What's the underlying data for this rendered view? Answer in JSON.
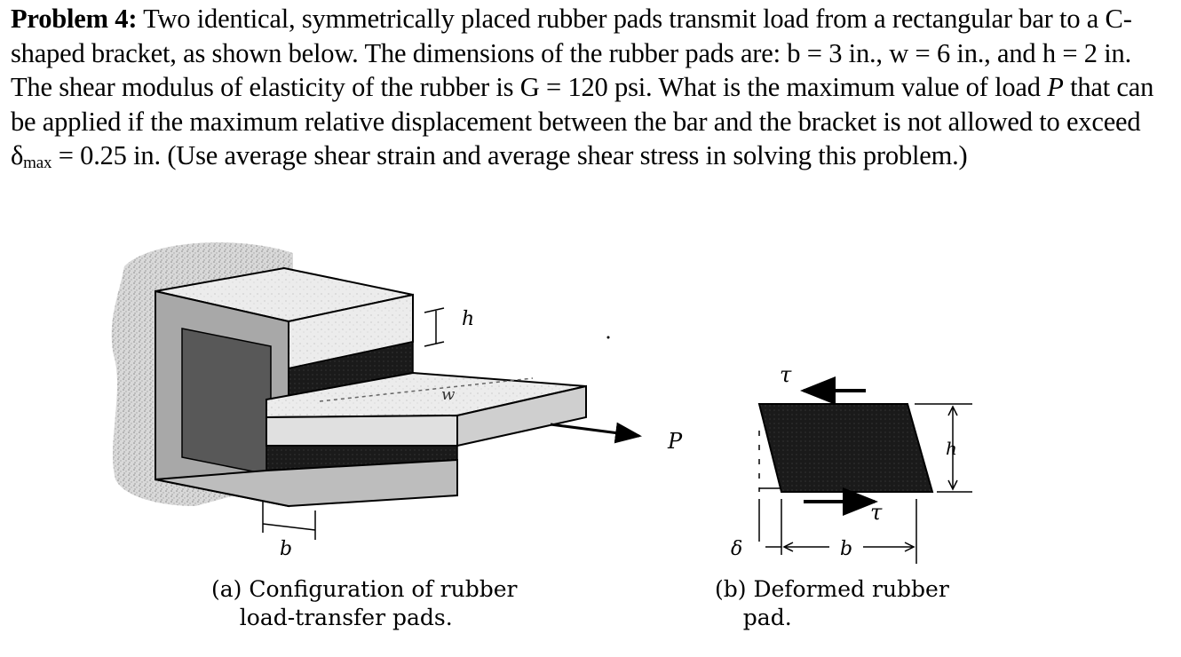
{
  "problem": {
    "label": "Problem 4:",
    "t1": " Two identical, symmetrically placed rubber pads transmit load from a rectangular bar to a C-shaped bracket, as shown below.  The dimensions of the rubber pads are: b = 3 in., w = 6 in., and h = 2 in.  The shear modulus of elasticity of the rubber is G = 120 psi.  What is the maximum value of load ",
    "p_symbol": "P",
    "t2": " that can be applied if the maximum relative displacement between the bar and the bracket is not allowed to exceed δ",
    "sub": "max",
    "t3": " = 0.25 in.  (Use average shear strain and average shear stress in solving this problem.)"
  },
  "figure_a": {
    "label_h": "h",
    "label_w": "w",
    "label_P": "P",
    "label_b": "b",
    "caption_line1": "(a) Configuration of rubber",
    "caption_line2": "    load-transfer pads."
  },
  "figure_b": {
    "label_tau_top": "τ",
    "label_tau_bottom": "τ",
    "label_h": "h",
    "label_delta": "δ",
    "label_b": "b",
    "caption_line1": "(b) Deformed rubber",
    "caption_line2": "    pad."
  }
}
